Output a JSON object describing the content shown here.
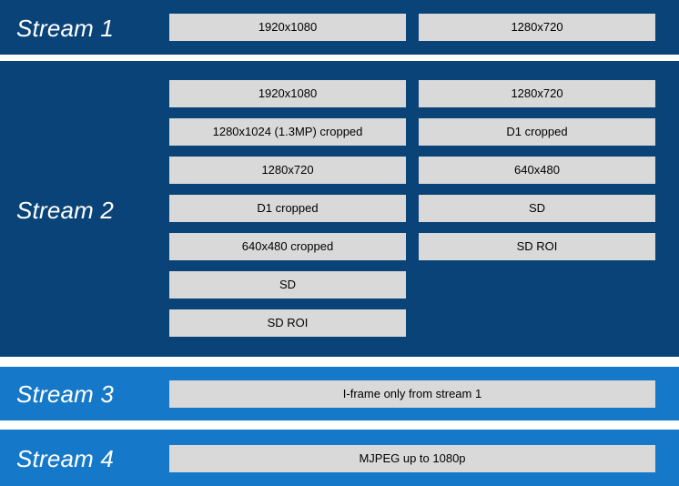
{
  "streams": [
    {
      "label": "Stream 1",
      "theme": "navy",
      "left_column": [
        "1920x1080"
      ],
      "right_column": [
        "1280x720"
      ]
    },
    {
      "label": "Stream 2",
      "theme": "navy",
      "left_column": [
        "1920x1080",
        "1280x1024 (1.3MP) cropped",
        "1280x720",
        "D1 cropped",
        "640x480 cropped",
        "SD",
        "SD ROI"
      ],
      "right_column": [
        "1280x720",
        "D1 cropped",
        "640x480",
        "SD",
        "SD ROI"
      ]
    },
    {
      "label": "Stream 3",
      "theme": "bright",
      "full_column": [
        "I-frame only from stream 1"
      ]
    },
    {
      "label": "Stream 4",
      "theme": "bright",
      "full_column": [
        "MJPEG up to 1080p"
      ]
    }
  ],
  "colors": {
    "navy_background": "#0A4378",
    "bright_background": "#1578C8",
    "box_fill": "#D9D9D9",
    "box_text": "#000000",
    "label_text": "#FFFFFF",
    "page_background": "#FFFFFF"
  }
}
